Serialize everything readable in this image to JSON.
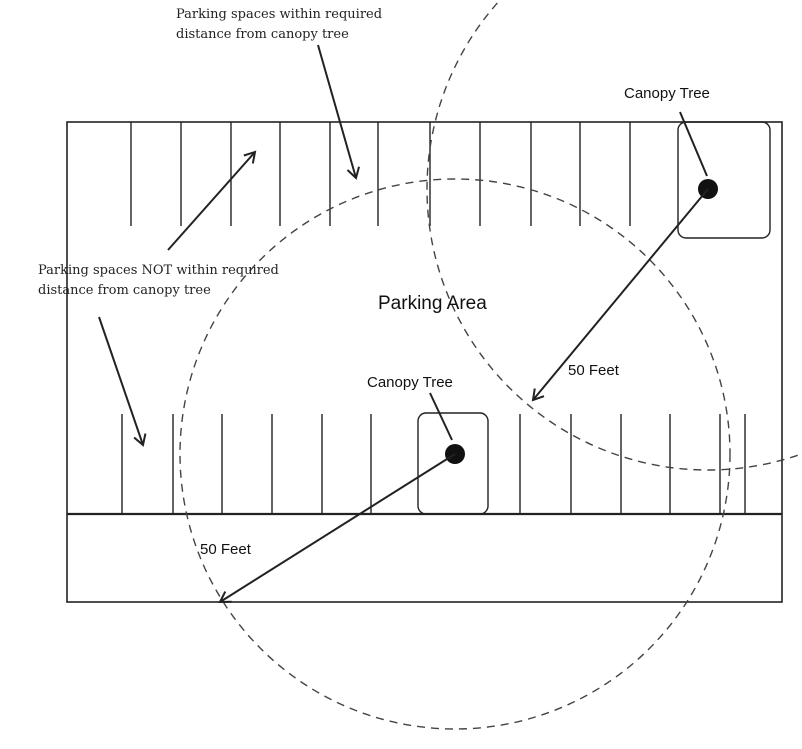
{
  "diagram": {
    "area_label": "Parking Area",
    "note_within": [
      "Parking spaces within required",
      "distance from canopy tree"
    ],
    "note_not_within": [
      "Parking spaces NOT within required",
      "distance from canopy tree"
    ],
    "tree_top_label": "Canopy Tree",
    "tree_bottom_label": "Canopy Tree",
    "radius_label_right": "50 Feet",
    "radius_label_left": "50 Feet"
  }
}
